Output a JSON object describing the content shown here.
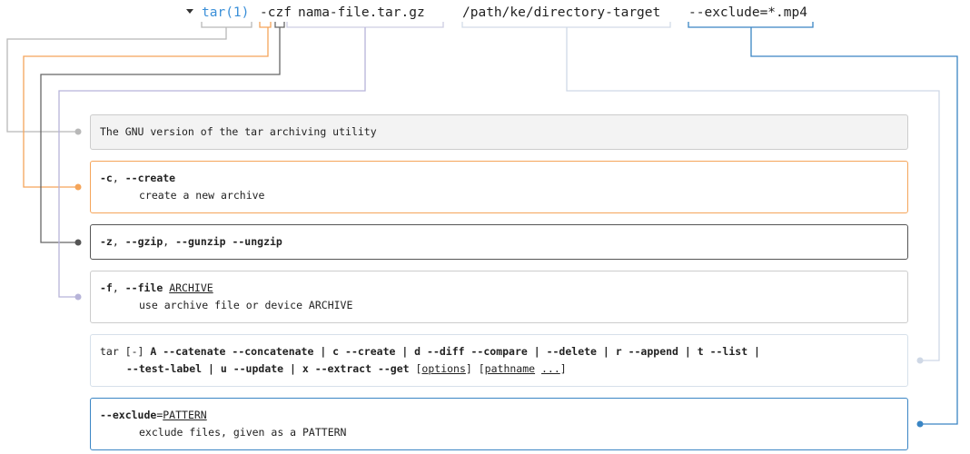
{
  "command": {
    "tokens": [
      {
        "text": "tar(1)",
        "kind": "link"
      },
      {
        "text": "-czf",
        "kind": "plain"
      },
      {
        "text": "nama-file.tar.gz",
        "kind": "plain"
      },
      {
        "text": "/path/ke/directory-target",
        "kind": "plain"
      },
      {
        "text": "--exclude=*.mp4",
        "kind": "plain"
      }
    ]
  },
  "colors": {
    "tar": "#b8b8b8",
    "c": "#f5a55a",
    "z": "#666666",
    "f": "#b7b4d9",
    "path": "#cfd8e6",
    "exclude": "#3a85c4",
    "link": "#3a8fd8"
  },
  "explanations": {
    "tar": {
      "text": "The GNU version of the tar archiving utility"
    },
    "c": {
      "flag_short": "-c",
      "sep": ", ",
      "flag_long": "--create",
      "desc": "create a new archive"
    },
    "z": {
      "flag_short": "-z",
      "sep1": ", ",
      "flag_gzip": "--gzip",
      "sep2": ", ",
      "flag_gunzip": "--gunzip",
      "flag_ungzip": "--ungzip"
    },
    "f": {
      "flag_short": "-f",
      "sep": ", ",
      "flag_long": "--file",
      "arg": "ARCHIVE",
      "desc": "use archive file or device ARCHIVE"
    },
    "path": {
      "line1_pre": "tar [-] ",
      "line1_bold": "A --catenate --concatenate | c --create | d --diff --compare | --delete | r --append | t --list |",
      "line2_bold": "--test-label | u --update | x --extract --get",
      "line2_open1": " [",
      "opt": "options",
      "line2_mid": "] [",
      "pathname": "pathname",
      "space": " ",
      "ellipsis": "...",
      "close": "]"
    },
    "exclude": {
      "flag": "--exclude",
      "eq": "=",
      "arg": "PATTERN",
      "desc": "exclude files, given as a PATTERN"
    }
  }
}
